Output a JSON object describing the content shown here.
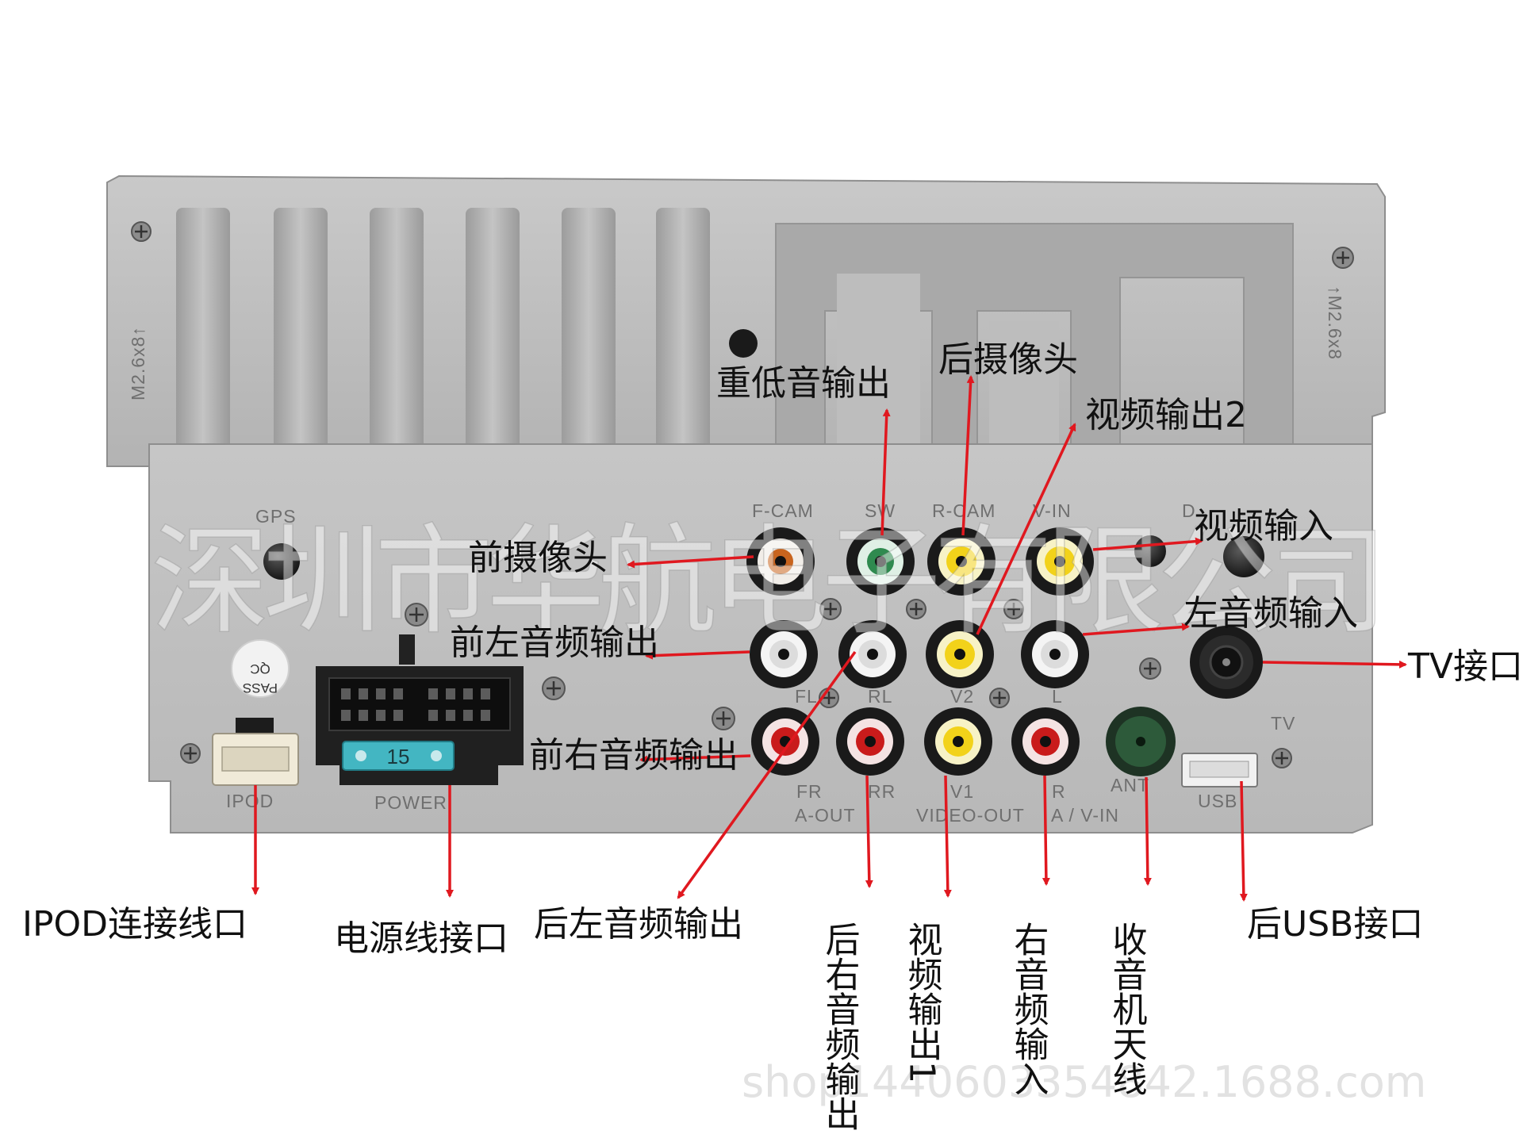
{
  "silkscreen": {
    "gps": "GPS",
    "f_cam": "F-CAM",
    "sw": "SW",
    "r_cam": "R-CAM",
    "v_in": "V-IN",
    "d_partial": "D",
    "fl": "FL",
    "rl": "RL",
    "v2": "V2",
    "l": "L",
    "fr": "FR",
    "rr": "RR",
    "v1": "V1",
    "r": "R",
    "a_out": "A-OUT",
    "video_out": "VIDEO-OUT",
    "a_v_in": "A / V-IN",
    "ant": "ANT",
    "tv": "TV",
    "usb": "USB",
    "ipod": "IPOD",
    "power": "POWER",
    "fuse": "15",
    "screw_left": "M2.6x8↑",
    "screw_right": "↑M2.6x8",
    "qc_sticker": [
      "QC",
      "PASS"
    ]
  },
  "captions": {
    "subwoofer_out": "重低音输出",
    "rear_camera": "后摄像头",
    "video_out_2": "视频输出2",
    "front_camera": "前摄像头",
    "video_in": "视频输入",
    "front_left_audio_out": "前左音频输出",
    "left_audio_in": "左音频输入",
    "tv_port": "TV接口",
    "front_right_audio_out": "前右音频输出",
    "ipod_port": "IPOD连接线口",
    "power_port": "电源线接口",
    "rear_left_audio_out": "后左音频输出",
    "rear_right_audio_out": "后右音频输出",
    "video_out_1": "视频输出1",
    "right_audio_in": "右音频输入",
    "radio_antenna": "收音机天线",
    "rear_usb": "后USB接口"
  },
  "watermark": {
    "company": "深圳市华航电子有限公司",
    "shop_url": "shop1440603354842.1688.com"
  },
  "colors": {
    "background": "#ffffff",
    "panel": "#b9b9b9",
    "arrow": "#e0181f",
    "rca_yellow": "#f2d21a",
    "rca_red": "#c91b1b",
    "rca_white": "#f4f4f4",
    "rca_green": "#2f8a4f",
    "rca_orange": "#c8641e"
  }
}
